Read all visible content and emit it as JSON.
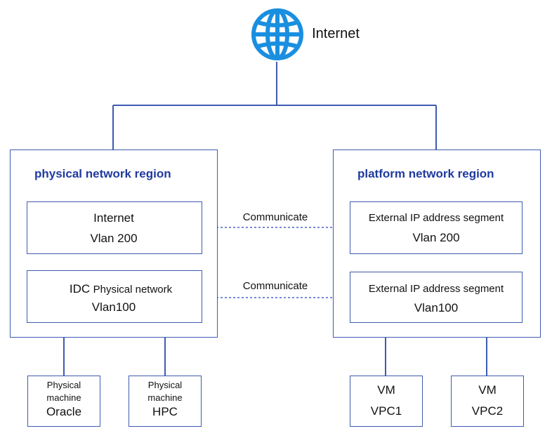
{
  "colors": {
    "line": "#3f5bb0",
    "title": "#1f3a9e",
    "globe": "#1a8fe0",
    "dashed": "#4a63c8"
  },
  "internet": {
    "label": "Internet",
    "icon": "globe-icon"
  },
  "physical_region": {
    "title": "physical network region",
    "internet_box": {
      "line1": "Internet",
      "line2": "Vlan 200"
    },
    "idc_box": {
      "line1_prefix": "IDC",
      "line1_rest": "Physical network",
      "line2": "Vlan100"
    }
  },
  "platform_region": {
    "title": "platform network region",
    "ext_box_top": {
      "line1": "External IP address segment",
      "line2": "Vlan 200"
    },
    "ext_box_bottom": {
      "line1": "External IP address segment",
      "line2": "Vlan100"
    }
  },
  "links": {
    "communicate_top": "Communicate",
    "communicate_bottom": "Communicate"
  },
  "machines": [
    {
      "line1": "Physical",
      "line2": "machine",
      "line3": "Oracle"
    },
    {
      "line1": "Physical",
      "line2": "machine",
      "line3": "HPC"
    }
  ],
  "vms": [
    {
      "line1": "VM",
      "line2": "VPC1"
    },
    {
      "line1": "VM",
      "line2": "VPC2"
    }
  ]
}
